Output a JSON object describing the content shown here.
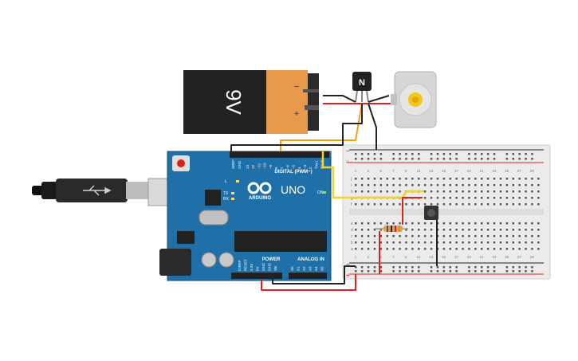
{
  "battery": {
    "voltage_label": "9V",
    "minus_label": "−",
    "plus_label": "+"
  },
  "transistor": {
    "label": "N"
  },
  "arduino": {
    "digital_header": "DIGITAL (PWM~)",
    "uno_label": "UNO",
    "brand_label": "ARDUINO",
    "power_label": "POWER",
    "analog_label": "ANALOG IN",
    "on_label": "ON",
    "l_label": "L",
    "tx_label": "TX",
    "rx_label": "RX",
    "aref_label": "AREF",
    "gnd_top_label": "GND",
    "digital_pins": [
      "13",
      "12",
      "~11",
      "~10",
      "~9",
      "8",
      "7",
      "~6",
      "~5",
      "4",
      "~3",
      "2",
      "TX▸1",
      "RX◂0"
    ],
    "power_pins": [
      "IOREF",
      "RESET",
      "3.3V",
      "5V",
      "GND",
      "GND",
      "Vin"
    ],
    "analog_pins": [
      "A0",
      "A1",
      "A2",
      "A3",
      "A4",
      "A5"
    ]
  },
  "breadboard": {
    "rail_plus": "+",
    "rail_minus": "−",
    "rows_top": [
      "j",
      "i",
      "h",
      "g",
      "f"
    ],
    "rows_bottom": [
      "e",
      "d",
      "c",
      "b",
      "a"
    ],
    "columns": [
      "1",
      "",
      "3",
      "",
      "5",
      "",
      "7",
      "",
      "9",
      "",
      "11",
      "",
      "13",
      "",
      "15",
      "",
      "17",
      "",
      "19",
      "",
      "21",
      "",
      "23",
      "",
      "25",
      "",
      "27",
      "",
      "29",
      "",
      ""
    ]
  },
  "colors": {
    "wire_black": "#222222",
    "wire_red": "#e0201c",
    "wire_orange": "#f39c12",
    "wire_yellow": "#f5d31a",
    "arduino_blue": "#1f6fa8",
    "breadboard": "#ebebeb"
  }
}
